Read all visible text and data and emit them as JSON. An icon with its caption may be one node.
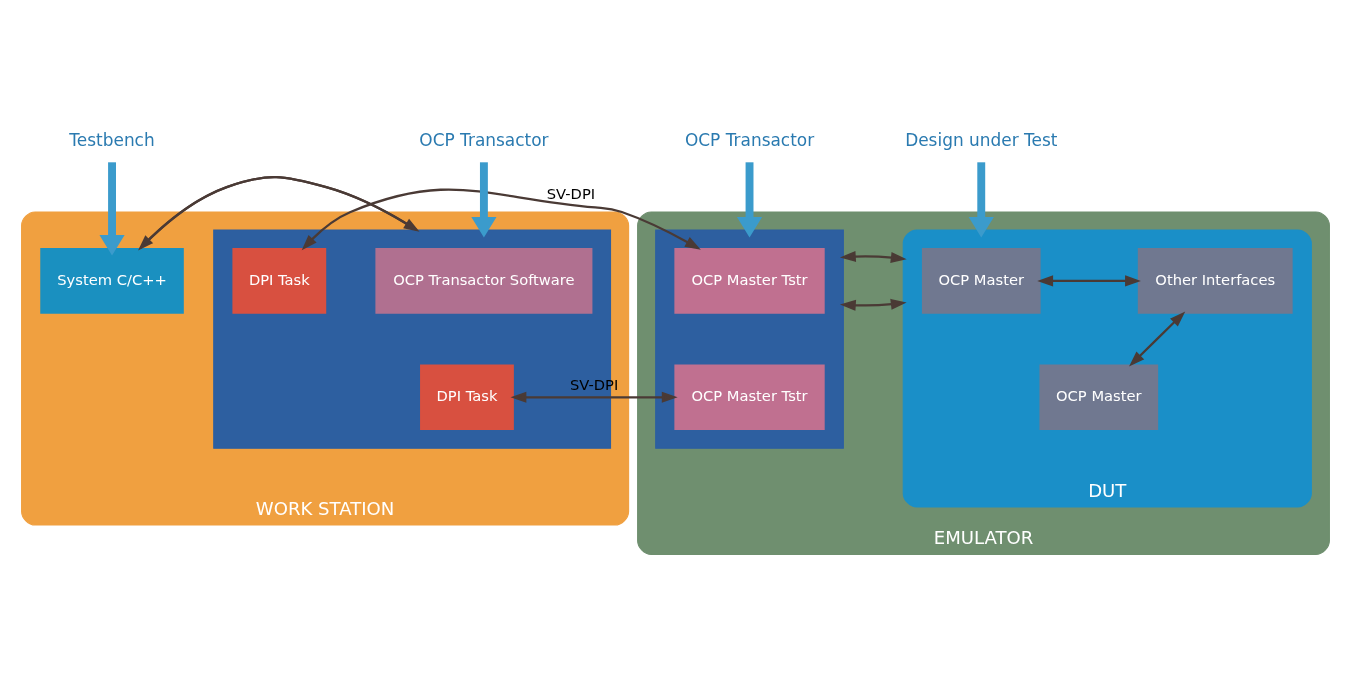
{
  "diagram": {
    "nodes": [
      {
        "text": [
          "WORK STATION"
        ]
      },
      {
        "text": [
          "System C/C++"
        ],
        "in": 0
      },
      {
        "text": [],
        "shape": "box",
        "in": 0
      },
      {
        "text": [
          "OCP Transactor Software"
        ],
        "in": 2
      },
      {
        "text": [
          "DPI Task"
        ],
        "in": 2
      },
      {
        "text": [
          "DPI Task"
        ],
        "in": 2
      },
      {
        "text": [
          "EMULATOR"
        ]
      },
      {
        "text": [],
        "shape": "box",
        "in": 6
      },
      {
        "text": [
          "OCP Master Tstr"
        ],
        "in": 7
      },
      {
        "text": [
          "OCP Master Tstr"
        ],
        "in": 7
      },
      {
        "text": [
          "DUT"
        ],
        "in": 6
      },
      {
        "text": [
          "OCP Master"
        ],
        "in": 10
      },
      {
        "text": [
          "OCP Master"
        ],
        "in": 10
      },
      {
        "text": [
          "Other Interfaces"
        ],
        "in": 10
      },
      {
        "text": [
          "Testbench"
        ]
      },
      {
        "text": [
          "OCP Transactor"
        ]
      },
      {
        "text": [
          "OCP Transactor"
        ]
      },
      {
        "text": [
          "Design under Test"
        ]
      }
    ],
    "edges": [
      {
        "from": 14,
        "to": 1,
        "arrow": "to",
        "style": "thick",
        "color": "#3b9bcc"
      },
      {
        "from": 15,
        "to": 2,
        "arrow": "to",
        "style": "thick",
        "color": "#3b9bcc"
      },
      {
        "from": 16,
        "to": 7,
        "arrow": "to",
        "style": "thick",
        "color": "#3b9bcc"
      },
      {
        "from": 17,
        "to": 10,
        "arrow": "to",
        "style": "thick",
        "color": "#3b9bcc"
      },
      {
        "from": 1,
        "to": 2,
        "arrow": "to"
      },
      {
        "from": 2,
        "to": 1,
        "arrow": "to"
      },
      {
        "from": 4,
        "to": 8,
        "arrow": "both",
        "label": "SV-DPI"
      },
      {
        "from": 5,
        "to": 9,
        "arrow": "both",
        "label": "SV-DPI"
      },
      {
        "from": 7,
        "to": 10,
        "arrow": "both"
      },
      {
        "from": 7,
        "to": 10,
        "arrow": "both"
      },
      {
        "from": 11,
        "to": 13,
        "arrow": "both"
      },
      {
        "from": 12,
        "to": 13,
        "arrow": "both"
      }
    ]
  }
}
